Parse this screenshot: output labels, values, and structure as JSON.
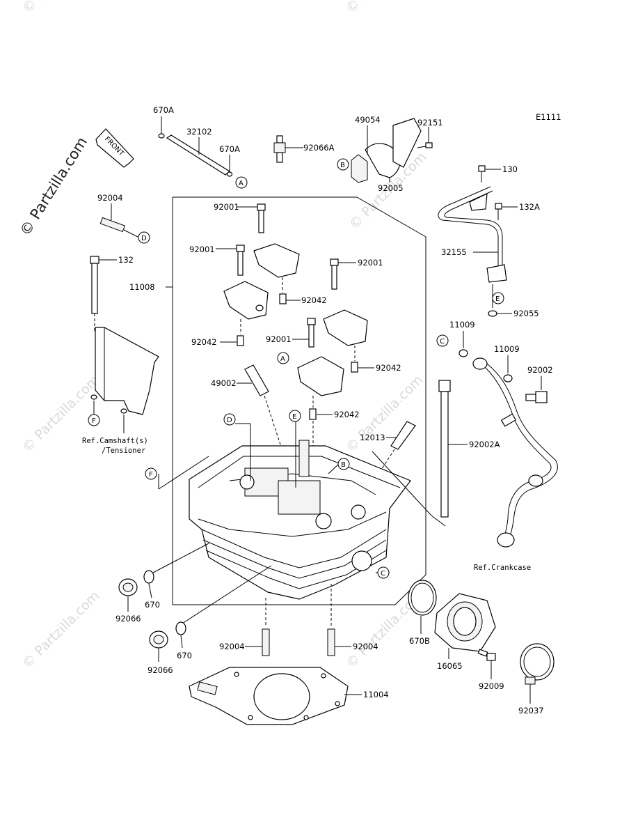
{
  "diagram_code": "E1111",
  "watermark": "© Partzilla.com",
  "front_label": "FRONT",
  "references": {
    "camshaft_line1": "Ref.Camshaft(s)",
    "camshaft_line2": "/Tensioner",
    "crankcase": "Ref.Crankcase"
  },
  "callouts": [
    "A",
    "B",
    "C",
    "D",
    "E",
    "F"
  ],
  "parts": {
    "p670A_1": "670A",
    "p32102": "32102",
    "p670A_2": "670A",
    "p92066A": "92066A",
    "p49054": "49054",
    "p92151": "92151",
    "p92005": "92005",
    "p130": "130",
    "p132A": "132A",
    "p32155": "32155",
    "p92055": "92055",
    "p92004_top": "92004",
    "p132": "132",
    "p11008": "11008",
    "p92001_a": "92001",
    "p92001_b": "92001",
    "p92001_c": "92001",
    "p92001_d": "92001",
    "p92042_a": "92042",
    "p92042_b": "92042",
    "p92042_c": "92042",
    "p92042_d": "92042",
    "p49002": "49002",
    "p11009_a": "11009",
    "p11009_b": "11009",
    "p92002": "92002",
    "p12013": "12013",
    "p92002A": "92002A",
    "p670_a": "670",
    "p670_b": "670",
    "p92066_a": "92066",
    "p92066_b": "92066",
    "p92004_l": "92004",
    "p92004_r": "92004",
    "p670B": "670B",
    "p16065": "16065",
    "p92009": "92009",
    "p11004": "11004",
    "p92037": "92037"
  }
}
